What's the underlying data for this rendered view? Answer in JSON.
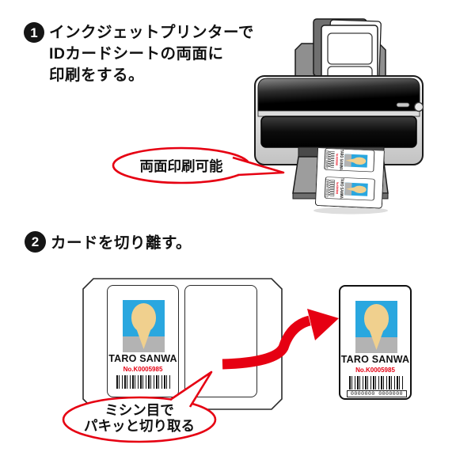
{
  "steps": [
    {
      "number": "1",
      "text": "インクジェットプリンターで\nIDカードシートの両面に\n印刷をする。"
    },
    {
      "number": "2",
      "text": "カードを切り離す。"
    }
  ],
  "bubbles": {
    "duplex": "両面印刷可能",
    "perforation": "ミシン目で\nパキッと切り取る"
  },
  "card": {
    "name": "TARO SANWA",
    "number": "No.K0005985",
    "barcode_digits": "0000000 0000000"
  },
  "colors": {
    "accent_red": "#e60012",
    "photo_blue": "#2aa7df",
    "head_tan": "#f0d08e",
    "shoulder_gray": "#b3b3b3",
    "printer_black": "#111111"
  }
}
